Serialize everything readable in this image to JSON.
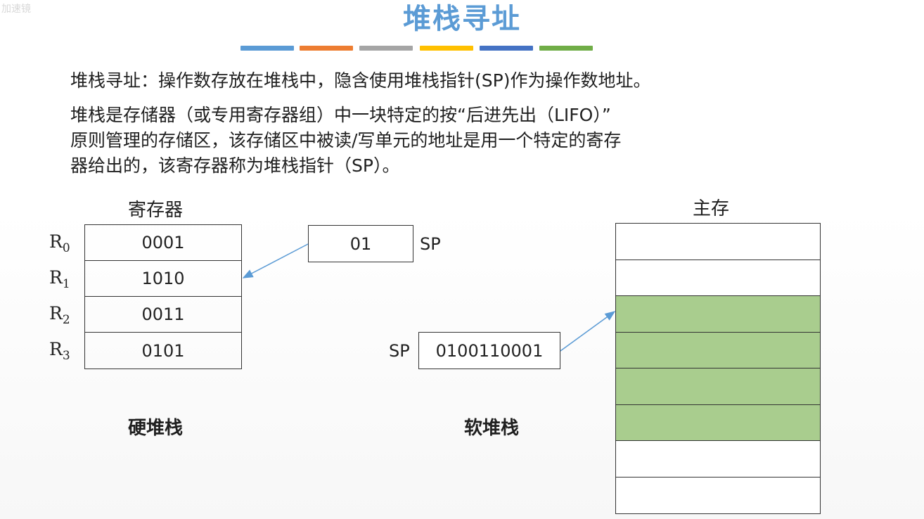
{
  "watermark": "加速镜",
  "title": "堆栈寻址",
  "accent_bars": [
    "#5b9bd5",
    "#ed7d31",
    "#a5a5a5",
    "#ffc000",
    "#4472c4",
    "#70ad47"
  ],
  "para1": "堆栈寻址：操作数存放在堆栈中，隐含使用堆栈指针(SP)作为操作数地址。",
  "para2_lines": [
    "堆栈是存储器（或专用寄存器组）中一块特定的按“后进先出（LIFO）”",
    "原则管理的存储区，该存储区中被读/写单元的地址是用一个特定的寄存",
    "器给出的，该寄存器称为堆栈指针（SP）。"
  ],
  "registers": {
    "heading": "寄存器",
    "rows": [
      {
        "name": "R",
        "sub": "0",
        "value": "0001"
      },
      {
        "name": "R",
        "sub": "1",
        "value": "1010"
      },
      {
        "name": "R",
        "sub": "2",
        "value": "0011"
      },
      {
        "name": "R",
        "sub": "3",
        "value": "0101"
      }
    ]
  },
  "hard_stack": {
    "sp_value": "01",
    "sp_label": "SP",
    "caption": "硬堆栈"
  },
  "soft_stack": {
    "sp_value": "0100110001",
    "sp_label": "SP",
    "caption": "软堆栈"
  },
  "memory": {
    "heading": "主存",
    "cells": [
      "white",
      "white",
      "green",
      "green",
      "green",
      "green",
      "white",
      "white"
    ],
    "fill_color": "#a9cd8e"
  },
  "arrow_color": "#5b9bd5"
}
